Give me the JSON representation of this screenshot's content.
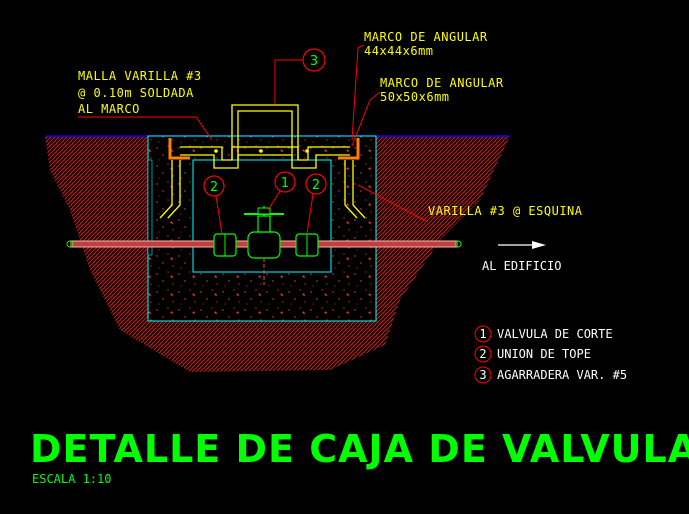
{
  "title": "DETALLE DE CAJA DE VALVULAS",
  "scale": "ESCALA 1:10",
  "callouts": {
    "marco_44": [
      "MARCO DE ANGULAR",
      "44x44x6mm"
    ],
    "marco_50": [
      "MARCO DE ANGULAR",
      "50x50x6mm"
    ],
    "malla": [
      "MALLA VARILLA #3",
      "@ 0.10m SOLDADA",
      "AL MARCO"
    ],
    "varilla_esquina": "VARILLA #3 @ ESQUINA",
    "al_edificio": "AL EDIFICIO"
  },
  "markers": {
    "top": "3",
    "valve": "1",
    "union_left": "2",
    "union_right": "2"
  },
  "legend": [
    {
      "num": "1",
      "label": "VALVULA DE CORTE"
    },
    {
      "num": "2",
      "label": "UNION DE TOPE"
    },
    {
      "num": "3",
      "label": "AGARRADERA VAR. #5"
    }
  ],
  "colors": {
    "title": "#00ff00",
    "labels": "#ffff00",
    "marker_circle": "#ff0000",
    "soil": "#b22222",
    "box": "#00ffff",
    "pipe": "#ff8080",
    "ground_line": "#0000ff"
  }
}
